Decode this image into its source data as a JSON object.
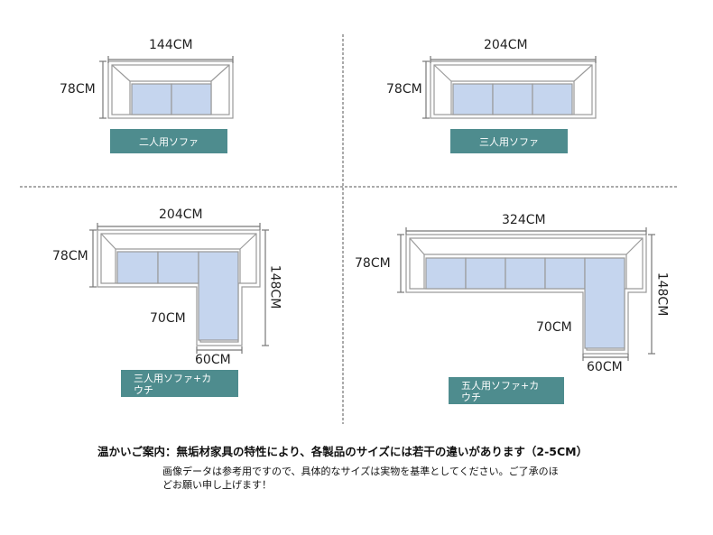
{
  "sofas": [
    {
      "id": "two-seat",
      "width": "144CM",
      "height": "78CM",
      "label": "二人用ソファ"
    },
    {
      "id": "three-seat",
      "width": "204CM",
      "height": "78CM",
      "label": "三人用ソファ"
    },
    {
      "id": "three-seat-couch",
      "width": "204CM",
      "height": "78CM",
      "depth": "148CM",
      "chaise_inner": "70CM",
      "chaise_width": "60CM",
      "label": "三人用ソファ+カウチ"
    },
    {
      "id": "five-seat-couch",
      "width": "324CM",
      "height": "78CM",
      "depth": "148CM",
      "chaise_inner": "70CM",
      "chaise_width": "60CM",
      "label": "五人用ソファ+カウチ"
    }
  ],
  "notes": {
    "main": "温かいご案内：無垢材家具の特性により、各製品のサイズには若干の違いがあります（2-5CM）",
    "sub": "画像データは参考用ですので、具体的なサイズは実物を基準としてください。ご了承のほどお願い申し上げます！"
  },
  "colors": {
    "cushion": "#c5d5ee",
    "outline": "#9a9a9a",
    "label_bg": "#4e8c8e"
  }
}
